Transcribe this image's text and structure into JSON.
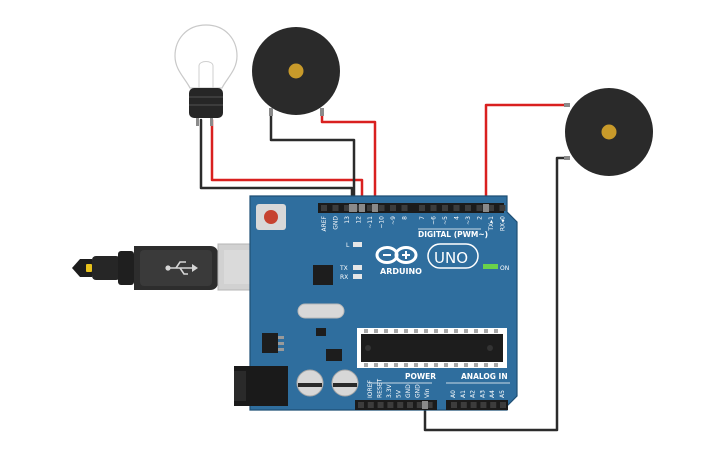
{
  "board": {
    "brand": "ARDUINO",
    "model": "UNO",
    "on_label": "ON",
    "led_l": "L",
    "led_tx": "TX",
    "led_rx": "RX",
    "digital_label": "DIGITAL (PWM~)",
    "power_label": "POWER",
    "analog_label": "ANALOG IN",
    "digital_pins": [
      "AREF",
      "GND",
      "13",
      "12",
      "~11",
      "~10",
      "~9",
      "8",
      "7",
      "~6",
      "~5",
      "4",
      "~3",
      "2",
      "TX▸1",
      "RX◂0"
    ],
    "power_pins": [
      "IOREF",
      "RESET",
      "3.3V",
      "5V",
      "GND",
      "GND",
      "Vin"
    ],
    "analog_pins": [
      "A0",
      "A1",
      "A2",
      "A3",
      "A4",
      "A5"
    ]
  },
  "colors": {
    "board": "#2f6e9e",
    "board_edge": "#1f4f74",
    "wire_red": "#d9201f",
    "wire_black": "#2b2b2b",
    "buzzer": "#2a2a2a",
    "buzzer_center": "#c89a2a"
  },
  "components": {
    "bulb_icon": "lightbulb-icon",
    "buzzer1_icon": "piezo-buzzer-icon",
    "buzzer2_icon": "piezo-buzzer-icon",
    "usb_icon": "usb-icon"
  }
}
